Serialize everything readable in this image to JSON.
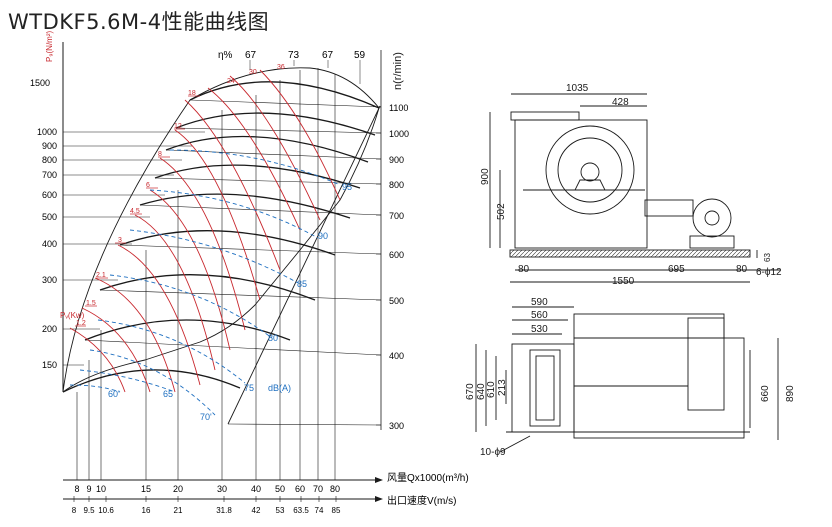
{
  "title": "WTDKF5.6M-4性能曲线图",
  "chart": {
    "left_axis_label": "P₉(N/m²)",
    "right_axis_label": "n(r/min)",
    "eta_label": "η%",
    "eta_values": [
      "67",
      "73",
      "67",
      "59"
    ],
    "pv_label": "Pᵥ(Kw)",
    "db_label": "dB(A)",
    "pressure_ticks": [
      "1500",
      "1000",
      "900",
      "800",
      "700",
      "600",
      "500",
      "400",
      "300",
      "200",
      "150"
    ],
    "speed_ticks": [
      "1100",
      "1000",
      "900",
      "800",
      "700",
      "600",
      "500",
      "400",
      "300"
    ],
    "power_labels": [
      "24",
      "30",
      "36",
      "18",
      "12",
      "8",
      "6",
      "4.5",
      "3",
      "2.1",
      "1.5",
      "1.2"
    ],
    "noise_labels": [
      "95",
      "90",
      "85",
      "80",
      "75",
      "70'",
      "65",
      "60'"
    ],
    "flow_label": "风量Qx1000(m³/h)",
    "flow_ticks": [
      "8",
      "9",
      "10",
      "15",
      "20",
      "30",
      "40",
      "50",
      "60",
      "70",
      "80"
    ],
    "velocity_label": "出口速度V(m/s)",
    "velocity_ticks": [
      "8",
      "9.5",
      "10.6",
      "16",
      "21",
      "31.8",
      "42",
      "53",
      "63.5",
      "74",
      "85"
    ]
  },
  "drawing": {
    "dims": [
      "1035",
      "428",
      "900",
      "502",
      "80",
      "695",
      "80",
      "63",
      "1550",
      "6-ϕ12",
      "590",
      "560",
      "530",
      "670",
      "640",
      "610",
      "213",
      "660",
      "890",
      "10-ϕ9"
    ]
  },
  "colors": {
    "red": "#c8282e",
    "blue": "#1e6fc0",
    "black": "#1a1a1a"
  }
}
